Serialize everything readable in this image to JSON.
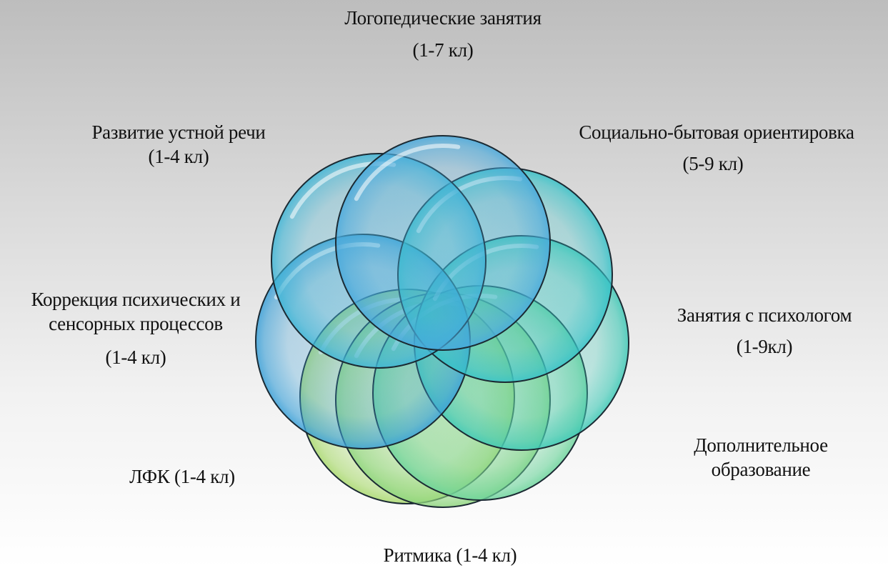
{
  "labels": {
    "logoped": {
      "line1": "Логопедические занятия",
      "line2": "(1-7 кл)"
    },
    "speech": {
      "line1": "Развитие устной речи",
      "line2": "(1-4 кл)"
    },
    "social": {
      "line1": "Социально-бытовая ориентировка",
      "line2": "(5-9 кл)"
    },
    "correction": {
      "line1": "Коррекция психических и",
      "line2": "сенсорных процессов",
      "line3": "(1-4 кл)"
    },
    "psych": {
      "line1": "Занятия с психологом",
      "line2": "(1-9кл)"
    },
    "lfk": {
      "line1": "ЛФК (1-4 кл)"
    },
    "extra": {
      "line1": "Дополнительное",
      "line2": "образование"
    },
    "rhythm": {
      "line1": "Ритмика (1-4 кл)"
    }
  },
  "circles": [
    {
      "name": "circle-logoped",
      "color": "#48a9dc"
    },
    {
      "name": "circle-speech",
      "color": "#3eb5d6"
    },
    {
      "name": "circle-social",
      "color": "#36c2c8"
    },
    {
      "name": "circle-correction",
      "color": "#3aa0d8"
    },
    {
      "name": "circle-psych",
      "color": "#3ec9b6"
    },
    {
      "name": "circle-extra",
      "color": "#6cd49b"
    },
    {
      "name": "circle-lfk",
      "color": "#a9d96d"
    },
    {
      "name": "circle-rhythm",
      "color": "#8fd67e"
    }
  ]
}
